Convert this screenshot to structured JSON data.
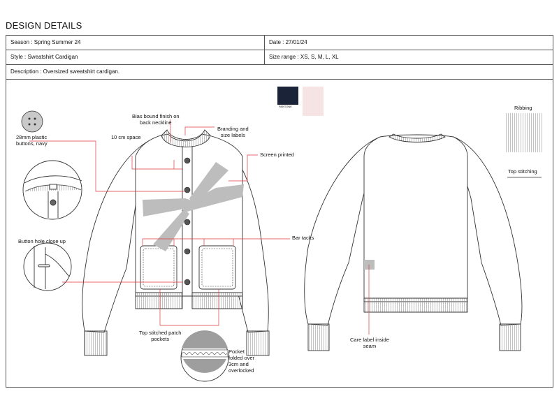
{
  "header": {
    "title": "DESIGN DETAILS"
  },
  "fields": {
    "season": "Season : Spring Summer 24",
    "date": "Date : 27/01/24",
    "style": "Style : Sweatshirt Cardigan",
    "size_range": "Size range : XS, S, M, L, XL",
    "description": "Description : Oversized sweatshirt cardigan."
  },
  "swatches": {
    "pantone_label": "PANTONE",
    "navy_color": "#1b2338",
    "pink_color": "#f6e3e3"
  },
  "callouts": {
    "buttons": [
      "28mm plastic",
      "buttons, navy"
    ],
    "bias": [
      "Bias bound finish on",
      "back neckline"
    ],
    "branding": [
      "Branding and",
      "size labels"
    ],
    "space": "10 cm space",
    "screen_printed": "Screen printed",
    "button_hole": "Button hole close up",
    "bar_tacks": "Bar tacks",
    "patch_pockets": [
      "Top stitched patch",
      "pockets"
    ],
    "pocket_fold": [
      "Pocket",
      "folded over",
      "3cm and",
      "overlocked"
    ],
    "care_label": [
      "Care label inside",
      "seam"
    ],
    "ribbing": "Ribbing",
    "top_stitching": "Top stitching"
  },
  "colors": {
    "callout_line": "#e0393e",
    "print": "#bdbdbd",
    "navy": "#1b2338"
  }
}
